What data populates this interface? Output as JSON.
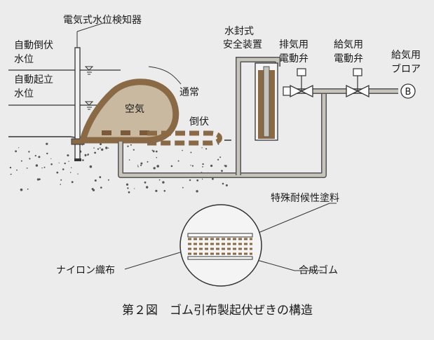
{
  "labels": {
    "sensor": "電気式水位検知器",
    "auto_down_1": "自動倒伏",
    "auto_down_2": "水位",
    "auto_up_1": "自動起立",
    "auto_up_2": "水位",
    "seal_1": "水封式",
    "seal_2": "安全装置",
    "exhaust_1": "排気用",
    "exhaust_2": "電動弁",
    "supply_valve_1": "給気用",
    "supply_valve_2": "電動弁",
    "blower_1": "給気用",
    "blower_2": "ブロア",
    "blower_symbol": "B",
    "air": "空気",
    "normal": "通常",
    "collapsed": "倒伏",
    "coating": "特殊耐候性塗料",
    "nylon": "ナイロン織布",
    "rubber": "合成ゴム"
  },
  "caption": "第２図　ゴム引布製起伏ぜきの構造",
  "colors": {
    "rubber": "#8a6a45",
    "air": "#c9b9a0",
    "pipe": "#c7c4bb",
    "ink": "#222222",
    "ground_dot": "#555555"
  }
}
